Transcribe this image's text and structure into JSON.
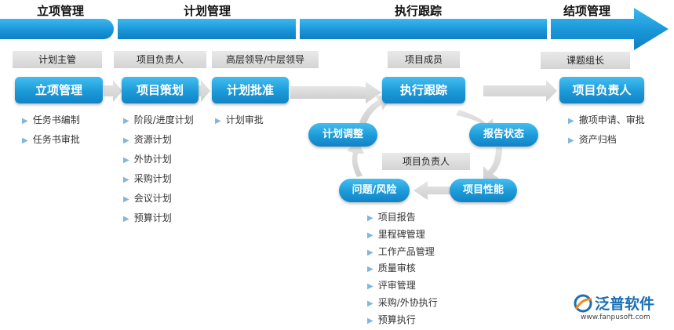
{
  "phases": [
    {
      "label": "立项管理"
    },
    {
      "label": "计划管理"
    },
    {
      "label": "执行跟踪"
    },
    {
      "label": "结项管理"
    }
  ],
  "roles": {
    "initiation": "计划主管",
    "planning": "项目负责人",
    "approval": "高层领导/中层领导",
    "tracking": "项目成员",
    "cycle": "项目负责人",
    "closing": "课题组长"
  },
  "steps": {
    "initiation": "立项管理",
    "planning": "项目策划",
    "approval": "计划批准",
    "tracking": "执行跟踪",
    "closing": "项目负责人"
  },
  "cycle": {
    "adjust": "计划调整",
    "report": "报告状态",
    "performance": "项目性能",
    "risk": "问题/风险"
  },
  "lists": {
    "initiation": [
      "任务书编制",
      "任务书审批"
    ],
    "planning": [
      "阶段/进度计划",
      "资源计划",
      "外协计划",
      "采购计划",
      "会议计划",
      "预算计划"
    ],
    "approval": [
      "计划审批"
    ],
    "closing": [
      "撤项申请、审批",
      "资产归档"
    ],
    "tracking": [
      "项目报告",
      "里程碑管理",
      "工作产品管理",
      "质量审核",
      "评审管理",
      "采购/外协执行",
      "预算执行"
    ]
  },
  "logo": {
    "name": "泛普软件",
    "url": "www.fanpusoft.com"
  },
  "colors": {
    "accent": "#1996d8",
    "arrow_gray": "#dcdcdc"
  }
}
